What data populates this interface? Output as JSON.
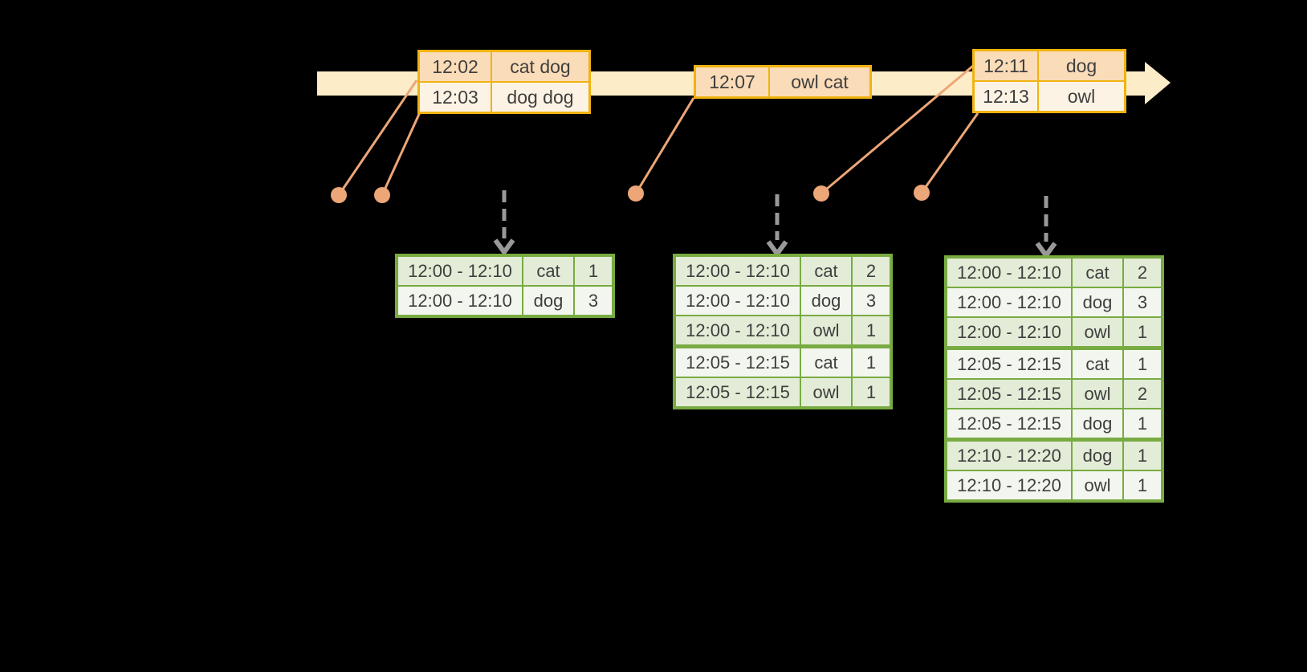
{
  "colors": {
    "background": "#000000",
    "timeline_band": "#fcedc8",
    "event_table_border": "#f0b310",
    "event_row_dark": "#fbdcb8",
    "event_row_light": "#fdf3e4",
    "connector_salmon": "#eda677",
    "result_table_border": "#78ab42",
    "result_row_green": "#e3ecd6",
    "result_row_white": "#f3f6ee",
    "trigger_arrow_gray": "#999999",
    "text": "#3f3f3f"
  },
  "input_batches": [
    {
      "rows": [
        {
          "time": "12:02",
          "words": "cat dog"
        },
        {
          "time": "12:03",
          "words": "dog dog"
        }
      ]
    },
    {
      "rows": [
        {
          "time": "12:07",
          "words": "owl cat"
        }
      ]
    },
    {
      "rows": [
        {
          "time": "12:11",
          "words": "dog"
        },
        {
          "time": "12:13",
          "words": "owl"
        }
      ]
    }
  ],
  "result_tables": [
    {
      "rows": [
        {
          "window": "12:00 - 12:10",
          "word": "cat",
          "count": "1"
        },
        {
          "window": "12:00 - 12:10",
          "word": "dog",
          "count": "3"
        }
      ]
    },
    {
      "rows": [
        {
          "window": "12:00 - 12:10",
          "word": "cat",
          "count": "2"
        },
        {
          "window": "12:00 - 12:10",
          "word": "dog",
          "count": "3"
        },
        {
          "window": "12:00 - 12:10",
          "word": "owl",
          "count": "1"
        },
        {
          "window": "12:05 - 12:15",
          "word": "cat",
          "count": "1"
        },
        {
          "window": "12:05 - 12:15",
          "word": "owl",
          "count": "1"
        }
      ]
    },
    {
      "rows": [
        {
          "window": "12:00 - 12:10",
          "word": "cat",
          "count": "2"
        },
        {
          "window": "12:00 - 12:10",
          "word": "dog",
          "count": "3"
        },
        {
          "window": "12:00 - 12:10",
          "word": "owl",
          "count": "1"
        },
        {
          "window": "12:05 - 12:15",
          "word": "cat",
          "count": "1"
        },
        {
          "window": "12:05 - 12:15",
          "word": "owl",
          "count": "2"
        },
        {
          "window": "12:05 - 12:15",
          "word": "dog",
          "count": "1"
        },
        {
          "window": "12:10 - 12:20",
          "word": "dog",
          "count": "1"
        },
        {
          "window": "12:10 - 12:20",
          "word": "owl",
          "count": "1"
        }
      ]
    }
  ]
}
